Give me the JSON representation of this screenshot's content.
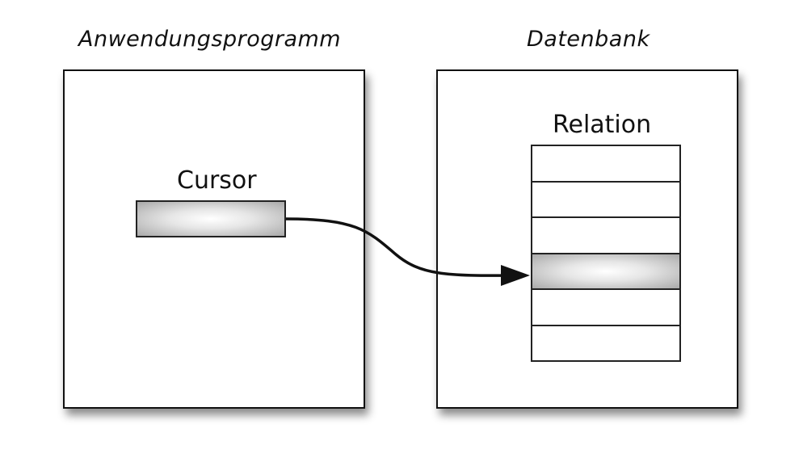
{
  "headings": {
    "app": "Anwendungsprogramm",
    "db": "Datenbank"
  },
  "labels": {
    "cursor": "Cursor",
    "relation": "Relation"
  },
  "relation": {
    "row_count": 6,
    "highlighted_row": 3
  },
  "colors": {
    "stroke": "#111111",
    "highlight_center": "#ffffff",
    "highlight_edge": "#a9a9a9"
  }
}
